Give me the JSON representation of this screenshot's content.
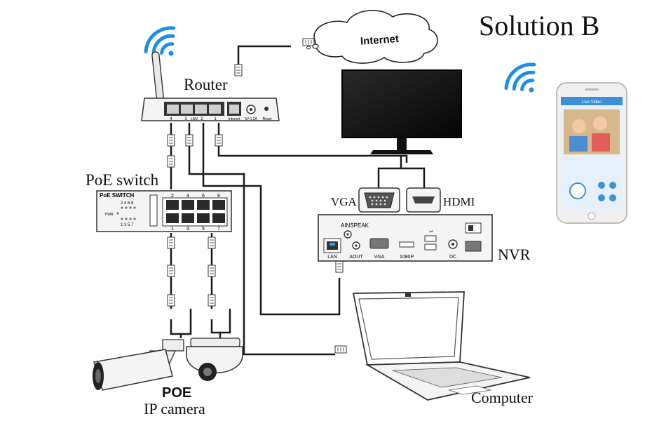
{
  "title": "Solution B",
  "labels": {
    "router": "Router",
    "poe_switch": "PoE switch",
    "nvr": "NVR",
    "vga": "VGA",
    "hdmi": "HDMI",
    "computer": "Computer",
    "poe": "POE",
    "ip_camera": "IP camera",
    "internet": "Internet"
  },
  "router_ports": {
    "p4": "4",
    "p3": "3",
    "lan": "LAN",
    "p2": "2",
    "p1": "1",
    "internet": "Internet",
    "power": "5V-1.2A",
    "reset": "Reset"
  },
  "switch": {
    "name": "PoE SWITCH",
    "top_numbers": "2 4 6 8",
    "pwr": "PWR",
    "bottom_numbers": "1 3 5 7",
    "port_top": [
      "2",
      "4",
      "6",
      "8"
    ],
    "port_bottom": [
      "1",
      "3",
      "5",
      "7"
    ]
  },
  "nvr_panel": {
    "ainspeak": "AINSPEAK",
    "lan": "LAN",
    "aout": "AOUT",
    "vga": "VGA",
    "p1080": "1080P",
    "dc": "DC"
  },
  "phone": {
    "header": "Live Video"
  },
  "colors": {
    "wifi": "#1e8fe0",
    "cable": "#1a1a1a",
    "device": "#f3f3f3"
  }
}
